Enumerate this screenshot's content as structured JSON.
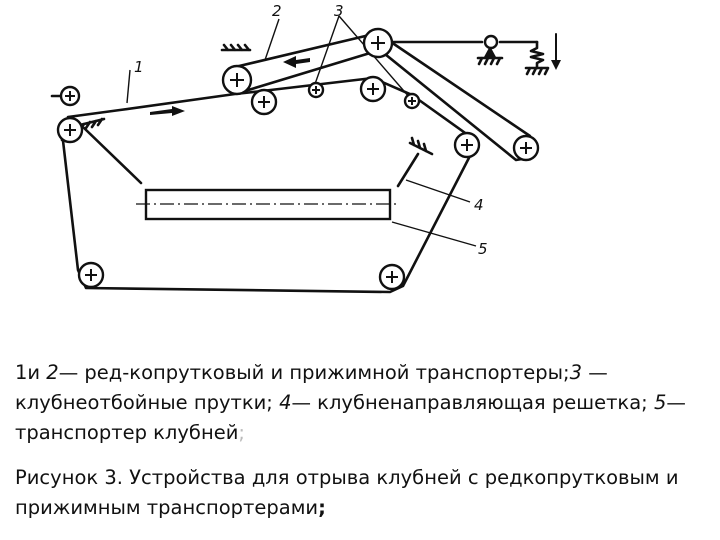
{
  "diagram": {
    "labels": [
      "1",
      "2",
      "3",
      "4",
      "5"
    ]
  },
  "caption": {
    "legend_parts": [
      "1и ",
      "2",
      "— ред-копрутковый и прижимной транспортеры;",
      "3",
      " — клубнеотбойные прутки; ",
      "4",
      "— клубненаправляющая решетка; ",
      "5",
      "—транспортер клубней",
      ";"
    ],
    "figure_title": "Рисунок 3. Устройства для отрыва клубней  с редкопрутковым и прижимным транспортерами",
    "figure_title_end": ";"
  }
}
